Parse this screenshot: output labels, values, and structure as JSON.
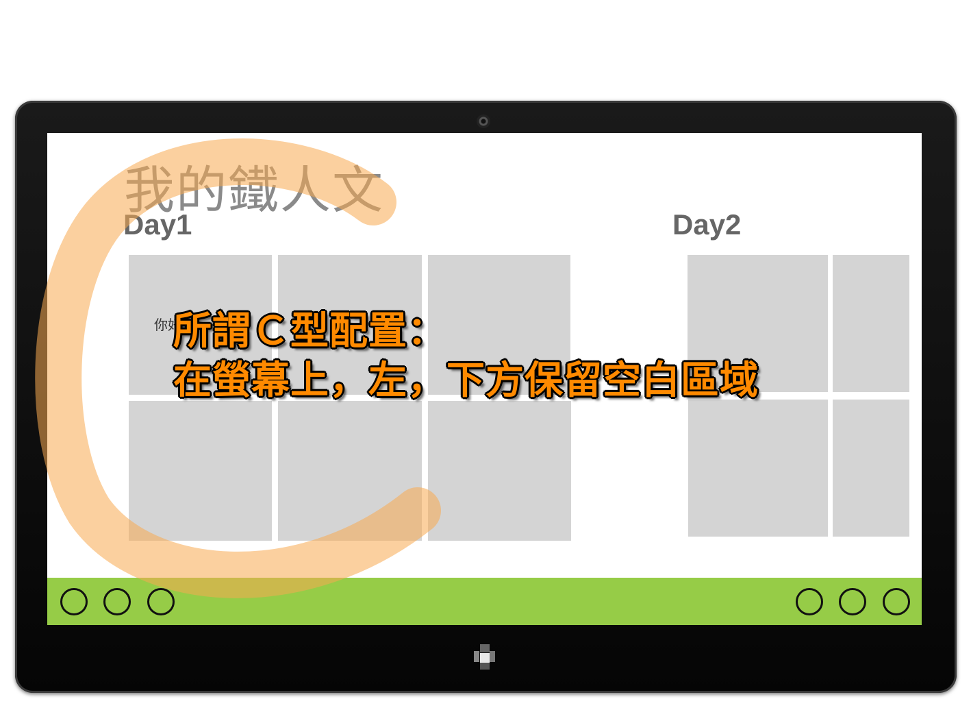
{
  "screen": {
    "title": "我的鐵人文",
    "day1_label": "Day1",
    "day2_label": "Day2",
    "tile_text": "你好"
  },
  "callout": {
    "line1": "所謂Ｃ型配置：",
    "line2": "在螢幕上，左，下方保留空白區域"
  },
  "appbar": {
    "color": "#96cc47",
    "left_buttons": [
      "circle-icon",
      "circle-icon",
      "circle-icon"
    ],
    "right_buttons": [
      "circle-icon",
      "circle-icon",
      "circle-icon"
    ]
  },
  "colors": {
    "tile": "#d4d4d4",
    "c_overlay": "#f7a950",
    "callout_text": "#ff8a00"
  }
}
